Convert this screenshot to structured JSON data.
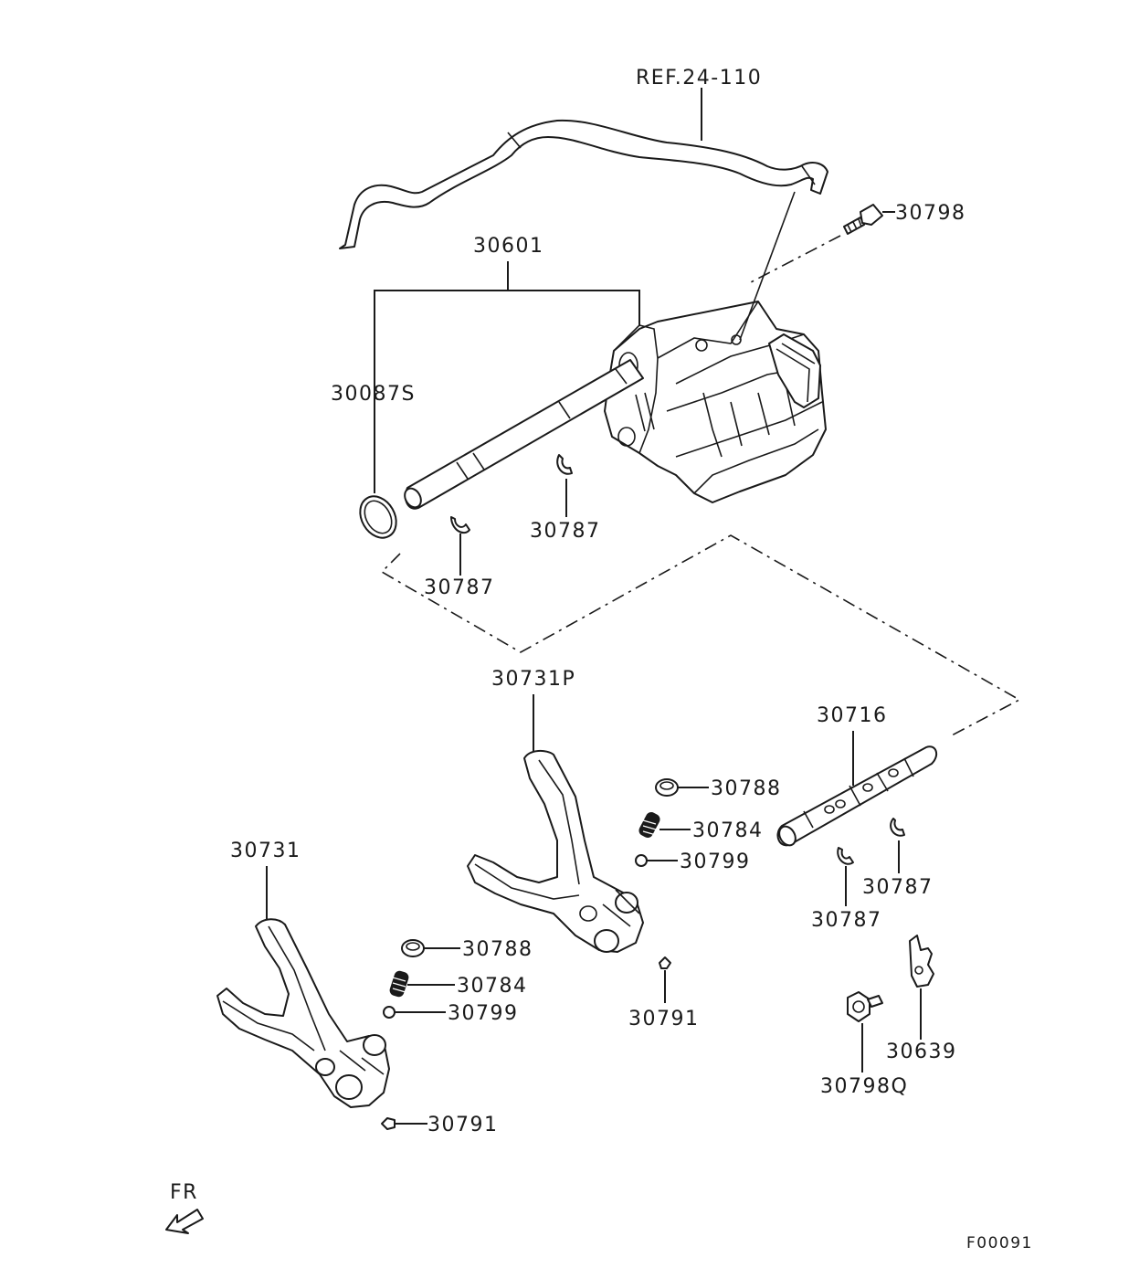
{
  "diagram": {
    "reference_label": "REF.24-110",
    "figure_code": "F00091",
    "orientation_label": "FR",
    "callouts": {
      "c30798": "30798",
      "c30601": "30601",
      "c30087S": "30087S",
      "c30787_a": "30787",
      "c30787_b": "30787",
      "c30731P": "30731P",
      "c30716": "30716",
      "c30788_a": "30788",
      "c30784_a": "30784",
      "c30799_a": "30799",
      "c30787_c": "30787",
      "c30787_d": "30787",
      "c30731": "30731",
      "c30788_b": "30788",
      "c30784_b": "30784",
      "c30799_b": "30799",
      "c30791_a": "30791",
      "c30791_b": "30791",
      "c30639": "30639",
      "c30798Q": "30798Q"
    },
    "icons": [
      "arrow-front-icon"
    ],
    "colors": {
      "line": "#1a1a1a",
      "background": "#ffffff"
    }
  }
}
